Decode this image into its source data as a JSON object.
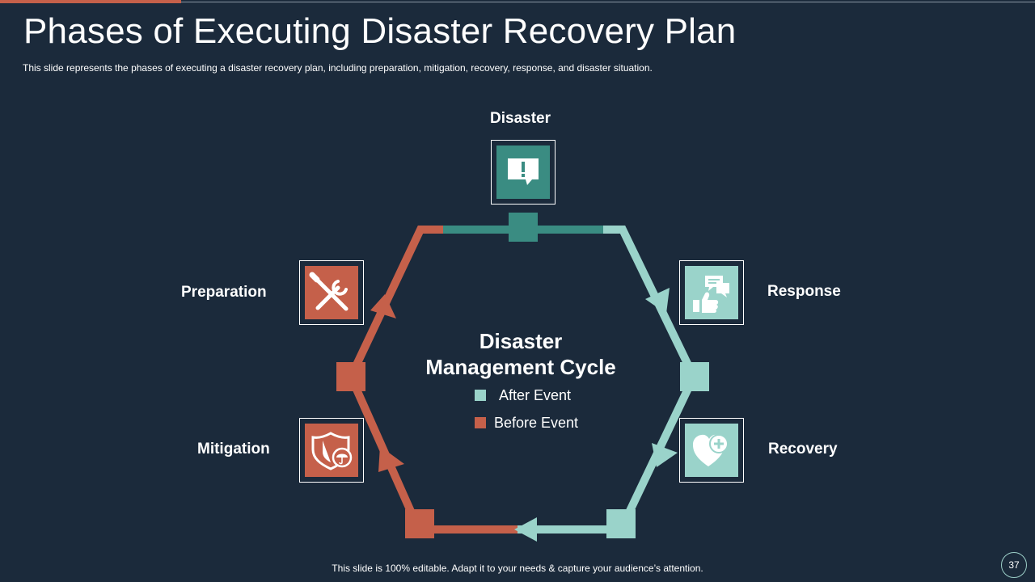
{
  "slide": {
    "title": "Phases of Executing Disaster Recovery Plan",
    "subtitle": "This slide represents the phases of executing a disaster recovery plan, including preparation, mitigation, recovery, response, and disaster situation.",
    "footer": "This slide is 100% editable. Adapt it to your needs & capture your audience’s attention.",
    "page_number": "37"
  },
  "center": {
    "title_line1": "Disaster",
    "title_line2": "Management Cycle"
  },
  "legend": [
    {
      "label": "After Event",
      "color": "#9ad3ca"
    },
    {
      "label": "Before Event",
      "color": "#c5604a"
    }
  ],
  "phases": [
    {
      "label": "Disaster",
      "icon": "alert-message-icon",
      "color": "#3a8c82"
    },
    {
      "label": "Response",
      "icon": "chat-thumbs-up-icon",
      "color": "#9ad3ca"
    },
    {
      "label": "Recovery",
      "icon": "heart-plus-icon",
      "color": "#9ad3ca"
    },
    {
      "label": "Mitigation",
      "icon": "shield-umbrella-icon",
      "color": "#c5604a"
    },
    {
      "label": "Preparation",
      "icon": "tools-icon",
      "color": "#c5604a"
    }
  ],
  "colors": {
    "background": "#1b2a3b",
    "after_event": "#9ad3ca",
    "before_event": "#c5604a",
    "disaster": "#3a8c82"
  }
}
